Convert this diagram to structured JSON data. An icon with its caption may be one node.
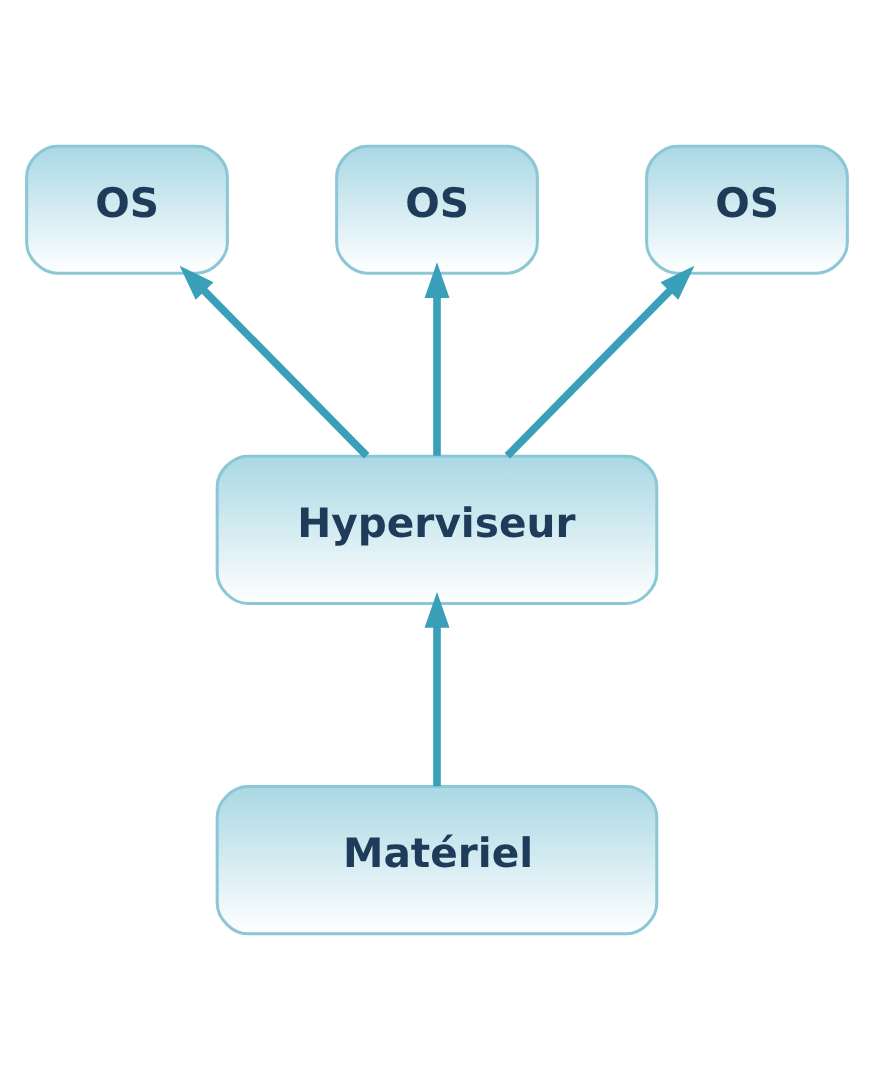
{
  "diagram": {
    "nodes": [
      {
        "text": [
          "OS"
        ]
      },
      {
        "text": [
          "OS"
        ]
      },
      {
        "text": [
          "OS"
        ]
      },
      {
        "text": [
          "Hyperviseur"
        ]
      },
      {
        "text": [
          "Matériel"
        ]
      }
    ],
    "edges": [
      {
        "from": 3,
        "to": 0,
        "arrow": "to"
      },
      {
        "from": 3,
        "to": 1,
        "arrow": "to"
      },
      {
        "from": 3,
        "to": 2,
        "arrow": "to"
      },
      {
        "from": 4,
        "to": 3,
        "arrow": "to"
      }
    ]
  }
}
